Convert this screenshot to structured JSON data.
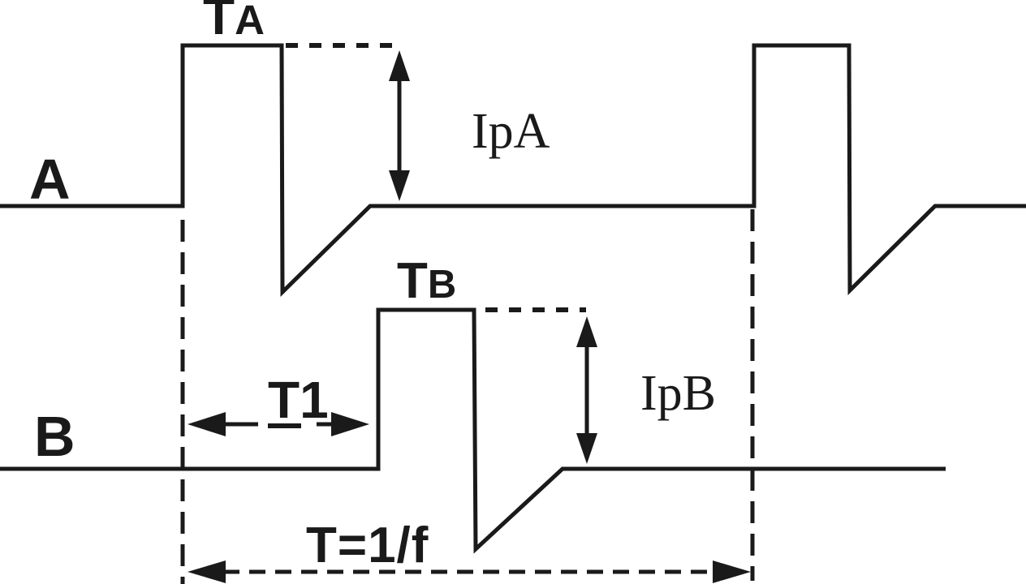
{
  "diagram": {
    "type": "timing-waveform",
    "description": "Two-channel pulse timing diagram: channel A fires a pulse of width TA and peak IpA; channel B fires a pulse of width TB and peak IpB delayed by T1; dashed verticals bound one period T=1/f.",
    "channels": [
      {
        "name": "A",
        "pulse_width_label": "TA",
        "peak_label": "IpA"
      },
      {
        "name": "B",
        "pulse_width_label": "TB",
        "peak_label": "IpB"
      }
    ],
    "annotations": [
      {
        "kind": "delay-arrow",
        "label": "T1",
        "between": [
          "period start",
          "B pulse rise"
        ]
      },
      {
        "kind": "period-arrow",
        "label": "T=1/f",
        "between": [
          "period start",
          "period end"
        ]
      }
    ]
  },
  "labels": {
    "channel_a": "A",
    "channel_b": "B",
    "ta_main": "T",
    "ta_sub": "A",
    "tb_main": "T",
    "tb_sub": "B",
    "t1_main": "T",
    "t1_digit": "1",
    "ipa": "IpA",
    "ipb": "IpB",
    "period": "T=1/f"
  },
  "colors": {
    "stroke": "#1a1a1a",
    "background": "#ffffff"
  }
}
